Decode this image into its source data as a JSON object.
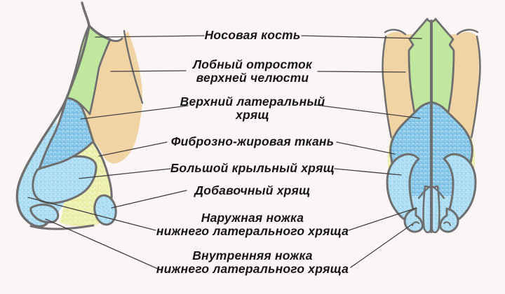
{
  "labels": [
    {
      "id": "nasal-bone",
      "line1": "Носовая кость",
      "line2": ""
    },
    {
      "id": "frontal-process-maxilla",
      "line1": "Лобный отросток",
      "line2": "верхней челюсти"
    },
    {
      "id": "upper-lateral-cartilage",
      "line1": "Верхний латеральный",
      "line2": "хрящ"
    },
    {
      "id": "fibrofatty-tissue",
      "line1": "Фиброзно-жировая ткань",
      "line2": ""
    },
    {
      "id": "greater-alar-cartilage",
      "line1": "Большой крыльный хрящ",
      "line2": ""
    },
    {
      "id": "accessory-cartilage",
      "line1": "Добавочный хрящ",
      "line2": ""
    },
    {
      "id": "lateral-crus",
      "line1": "Наружная ножка",
      "line2": "нижнего латерального хряща"
    },
    {
      "id": "medial-crus",
      "line1": "Внутренняя ножка",
      "line2": "нижнего латерального хряща"
    }
  ],
  "colors": {
    "background": "#fbf5f6",
    "bone_green": "#bfe79d",
    "maxilla_tan": "#f1d4a4",
    "cartilage_blue": "#8cc9e9",
    "cartilage_blue_light": "#aadcf3",
    "fibrofatty_yellow": "#edefad",
    "outline_gray": "#6f6f6f",
    "leader_line": "#404040",
    "text": "#161616"
  }
}
